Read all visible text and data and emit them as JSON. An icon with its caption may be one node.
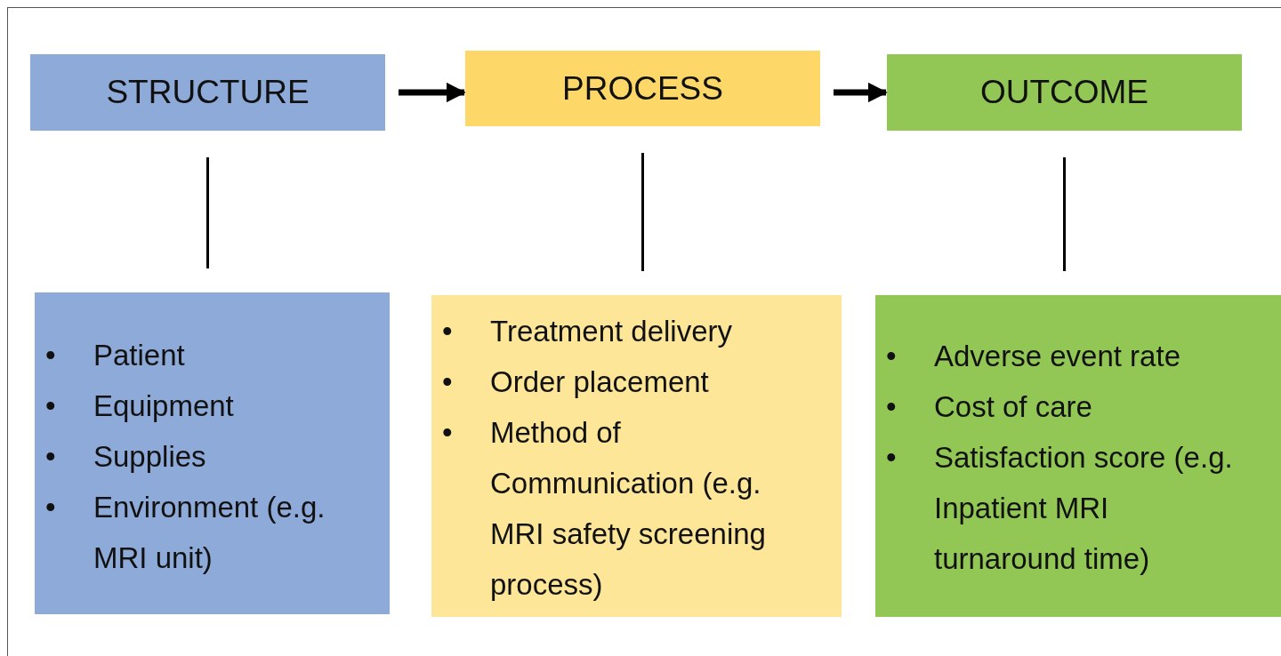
{
  "diagram": {
    "nodes": [
      {
        "text": [
          "STRUCTURE"
        ]
      },
      {
        "text": [
          "PROCESS"
        ]
      },
      {
        "text": [
          "OUTCOME"
        ]
      },
      {
        "text": [
          "Patient",
          "Equipment",
          "Supplies",
          "Environment (e.g. MRI unit)"
        ]
      },
      {
        "text": [
          "Treatment delivery",
          "Order placement",
          "Method of Communication (e.g. MRI safety screening process)"
        ]
      },
      {
        "text": [
          "Adverse event rate",
          "Cost of care",
          "Satisfaction score (e.g. Inpatient MRI turnaround time)"
        ]
      }
    ],
    "labels": [
      "•",
      "•",
      "•",
      "•",
      "•",
      "•",
      "•",
      "•",
      "•",
      "•"
    ],
    "edges": [
      {
        "from": 0,
        "to": 1,
        "arrow": "to",
        "style": "thick"
      },
      {
        "from": 1,
        "to": 2,
        "arrow": "to",
        "style": "thick"
      },
      {
        "from": 0,
        "to": 3,
        "arrow": "none"
      },
      {
        "from": 1,
        "to": 4,
        "arrow": "none"
      },
      {
        "from": 2,
        "to": 5,
        "arrow": "none"
      }
    ]
  }
}
